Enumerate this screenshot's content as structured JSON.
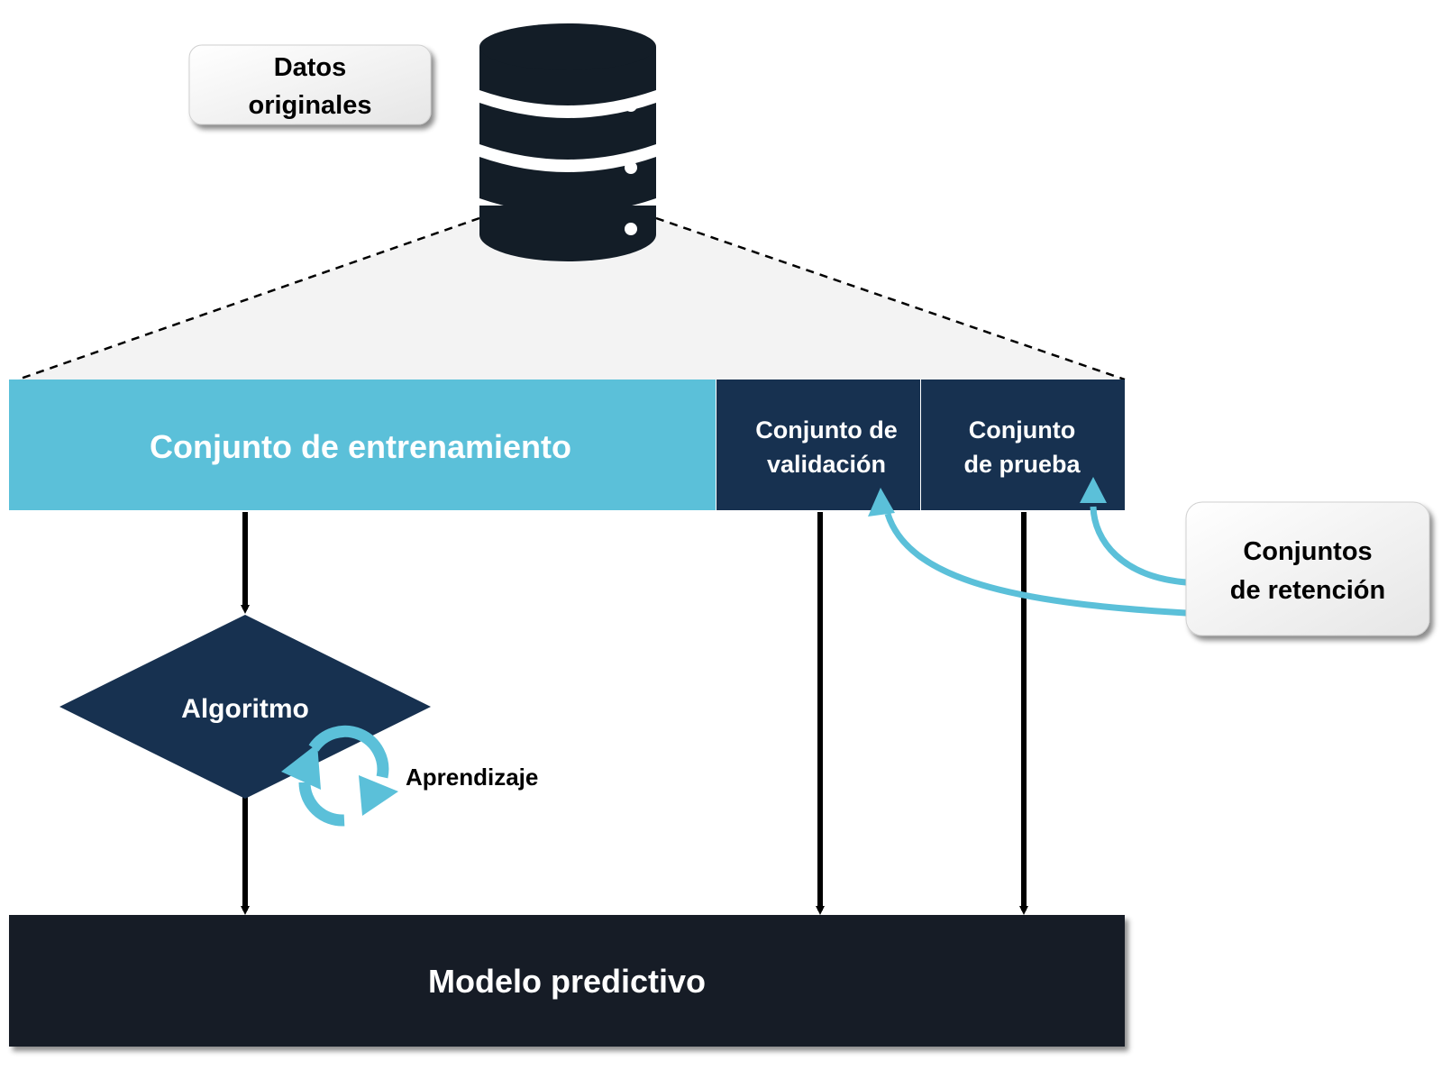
{
  "source_label": [
    "Datos",
    "originales"
  ],
  "training_set": "Conjunto de entrenamiento",
  "validation_set": [
    "Conjunto de",
    "validación"
  ],
  "test_set": [
    "Conjunto",
    "de prueba"
  ],
  "holdout_sets": [
    "Conjuntos",
    "de retención"
  ],
  "algorithm": "Algoritmo",
  "learning": "Aprendizaje",
  "model": "Modelo predictivo",
  "icons": {
    "database": "database-icon",
    "learning_cycle": "refresh-cycle-icon"
  },
  "colors": {
    "light_blue": "#5bc0d9",
    "navy": "#173150",
    "dark": "#131d27",
    "funnel": "#f3f3f3",
    "arrow": "#000000",
    "accent_arrow": "#5bc0d9"
  }
}
